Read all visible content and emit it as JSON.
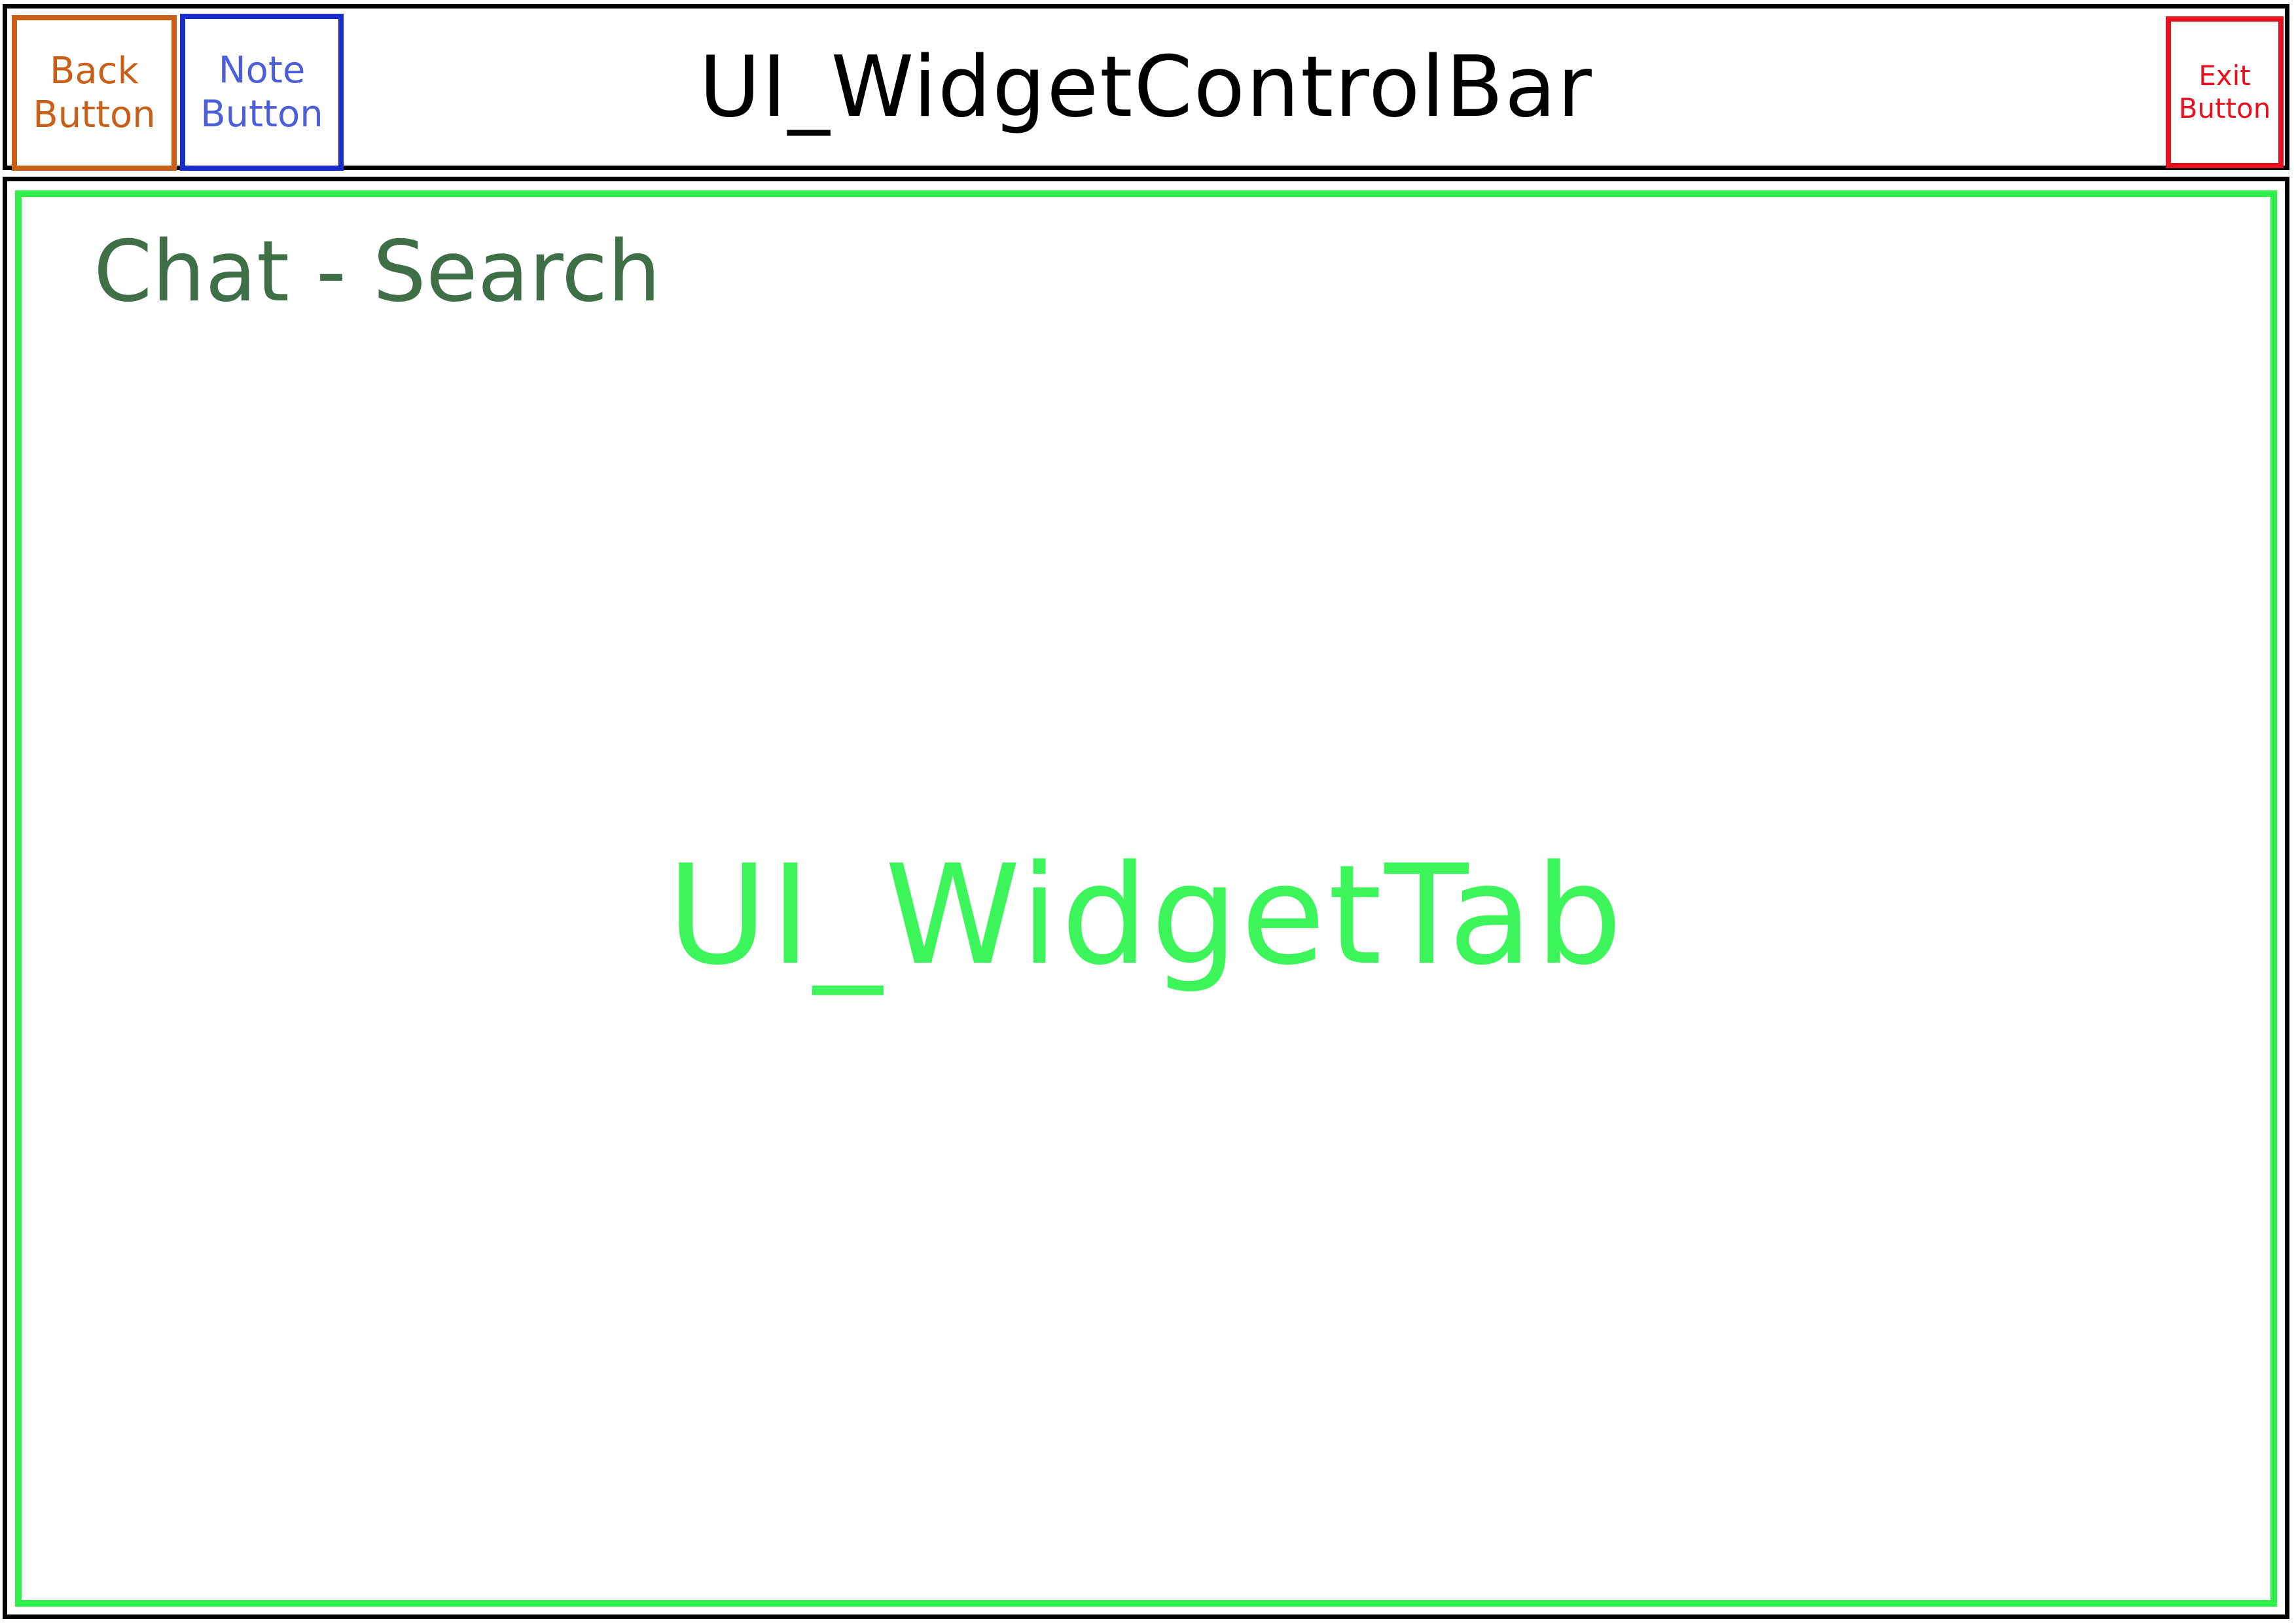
{
  "control_bar": {
    "title": "UI_WidgetControlBar",
    "back_button": {
      "line1": "Back",
      "line2": "Button"
    },
    "note_button": {
      "line1": "Note",
      "line2": "Button"
    },
    "exit_button": {
      "line1": "Exit",
      "line2": "Button"
    }
  },
  "widget_tab": {
    "heading": "Chat - Search",
    "label": "UI_WidgetTab"
  },
  "colors": {
    "back_button": "#c8601a",
    "note_button": "#1a2ed0",
    "exit_button": "#e8101e",
    "widget_tab_border": "#2ef04a",
    "heading": "#3f6f47"
  }
}
